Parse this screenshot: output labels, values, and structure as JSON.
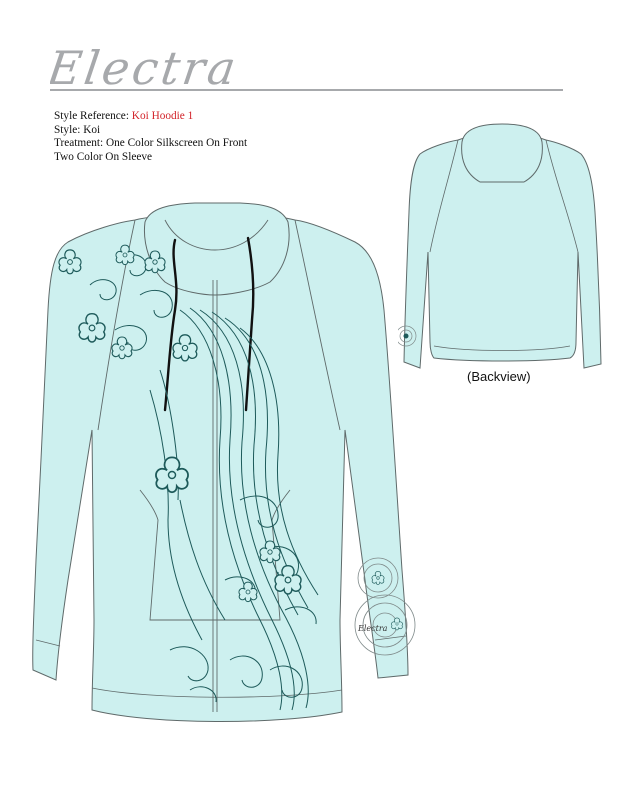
{
  "brand": {
    "name": "Electra"
  },
  "specs": {
    "style_reference_label": "Style Reference:",
    "style_reference_value": "Koi Hoodie 1",
    "style_label": "Style:",
    "style_value": "Koi",
    "treatment_label": "Treatment:",
    "treatment_value": "One Color Silkscreen On Front",
    "treatment_line2": "Two Color On Sleeve"
  },
  "views": {
    "back_caption": "(Backview)",
    "sleeve_logo": "Electra"
  },
  "colors": {
    "garment": "#cdf0ef",
    "outline": "#5f6a6a",
    "print": "#1d5a5a",
    "logo_gray": "#a7a9ac",
    "accent_red": "#d2232a"
  }
}
